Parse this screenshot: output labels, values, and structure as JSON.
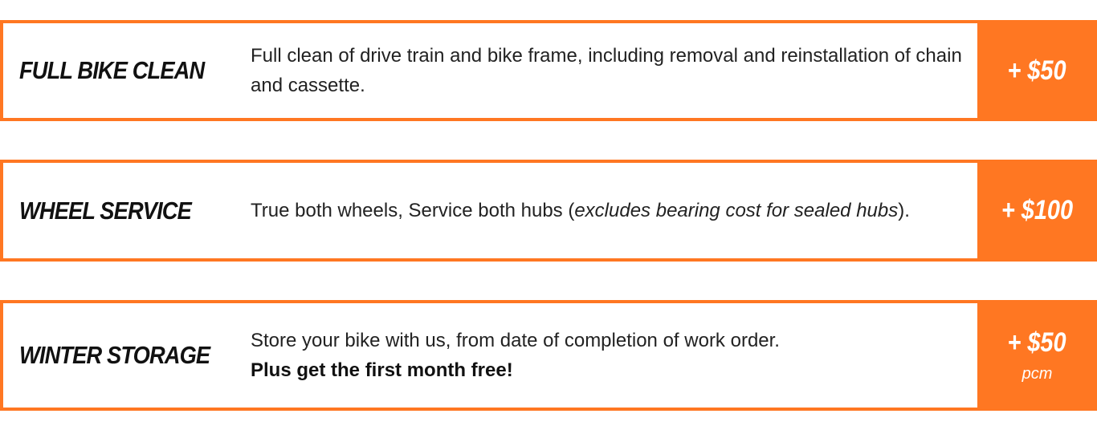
{
  "colors": {
    "accent": "#ff7722"
  },
  "services": [
    {
      "title": "FULL BIKE CLEAN",
      "description": "Full clean of drive train and bike frame, including removal and reinstallation of chain and cassette.",
      "price": "+ $50"
    },
    {
      "title": "WHEEL SERVICE",
      "description_start": "True both wheels, Service both hubs (",
      "description_italic": "excludes bearing cost for sealed hubs",
      "description_end": ").",
      "price": "+ $100"
    },
    {
      "title": "WINTER STORAGE",
      "description": "Store your bike with us, from date of completion of work order.",
      "description_bold": "Plus get the first month free!",
      "price": "+ $50",
      "price_unit": "pcm"
    }
  ]
}
